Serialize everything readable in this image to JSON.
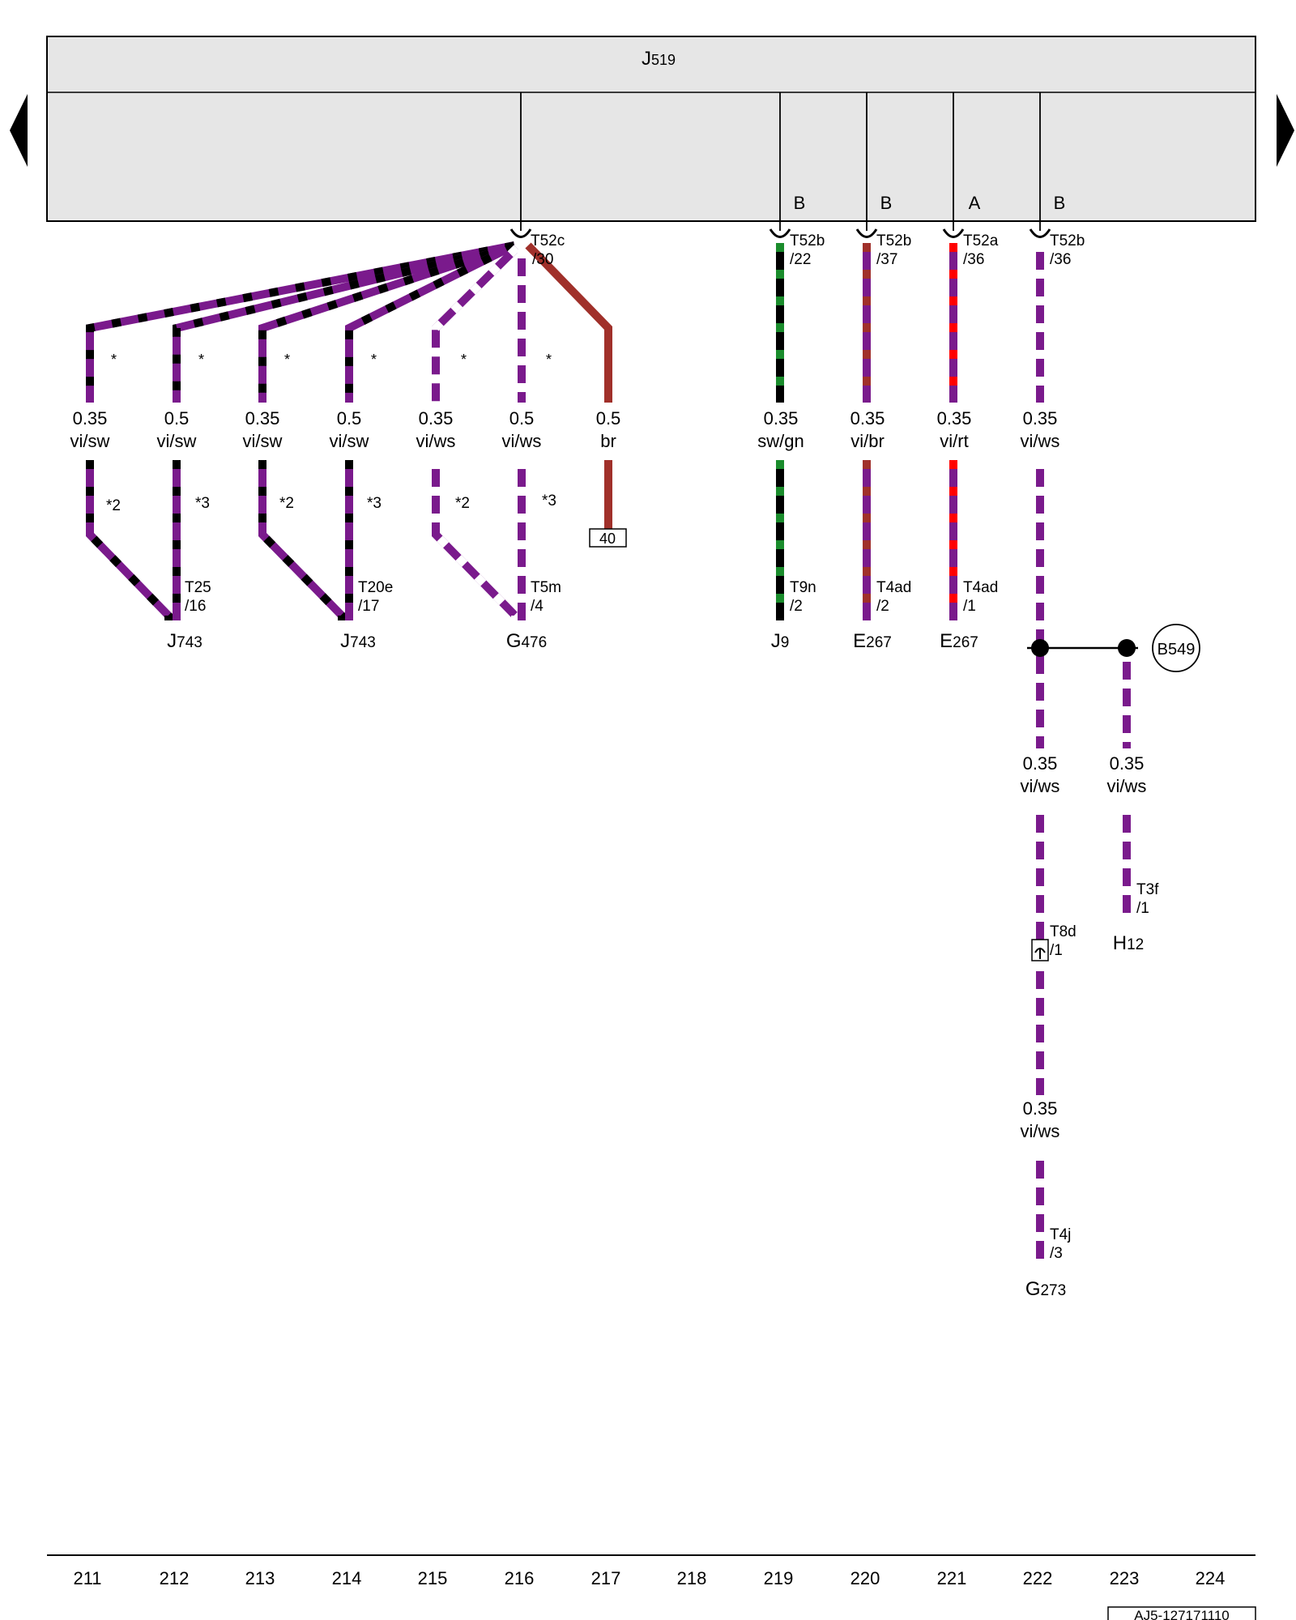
{
  "header": {
    "unit": "J",
    "unit_sub": "519"
  },
  "nav": {
    "prev_icon": "triangle-left-icon",
    "next_icon": "triangle-right-icon"
  },
  "connector_letters": [
    "B",
    "B",
    "A",
    "B"
  ],
  "colors": {
    "vi": "#7a1a8c",
    "sw": "#000000",
    "ws": "#ffffff",
    "gn": "#1a8c2c",
    "br": "#a0302a",
    "rt": "#ff0000"
  },
  "pins_top": [
    {
      "a": "T52c",
      "b": "/30"
    },
    {
      "a": "T52b",
      "b": "/22"
    },
    {
      "a": "T52b",
      "b": "/37"
    },
    {
      "a": "T52a",
      "b": "/36"
    },
    {
      "a": "T52b",
      "b": "/36"
    }
  ],
  "wires": [
    {
      "size": "0.35",
      "color": "vi/sw"
    },
    {
      "size": "0.5",
      "color": "vi/sw"
    },
    {
      "size": "0.35",
      "color": "vi/sw"
    },
    {
      "size": "0.5",
      "color": "vi/sw"
    },
    {
      "size": "0.35",
      "color": "vi/ws"
    },
    {
      "size": "0.5",
      "color": "vi/ws"
    },
    {
      "size": "0.5",
      "color": "br"
    },
    {
      "size": "0.35",
      "color": "sw/gn"
    },
    {
      "size": "0.35",
      "color": "vi/br"
    },
    {
      "size": "0.35",
      "color": "vi/rt"
    },
    {
      "size": "0.35",
      "color": "vi/ws"
    },
    {
      "size": "0.35",
      "color": "vi/ws"
    },
    {
      "size": "0.35",
      "color": "vi/ws"
    },
    {
      "size": "0.35",
      "color": "vi/ws"
    }
  ],
  "stars": [
    "*",
    "*",
    "*",
    "*",
    "*",
    "*"
  ],
  "variants": [
    "*2",
    "*3",
    "*2",
    "*3",
    "*2",
    "*3"
  ],
  "pins_bottom": [
    {
      "a": "T25",
      "b": "/16"
    },
    {
      "a": "T20e",
      "b": "/17"
    },
    {
      "a": "T5m",
      "b": "/4"
    },
    {
      "a": "T9n",
      "b": "/2"
    },
    {
      "a": "T4ad",
      "b": "/2"
    },
    {
      "a": "T4ad",
      "b": "/1"
    },
    {
      "a": "T8d",
      "b": "/1"
    },
    {
      "a": "T3f",
      "b": "/1"
    },
    {
      "a": "T4j",
      "b": "/3"
    }
  ],
  "ref_box": "40",
  "splice": "B549",
  "components": [
    {
      "main": "J",
      "sub": "743"
    },
    {
      "main": "J",
      "sub": "743"
    },
    {
      "main": "G",
      "sub": "476"
    },
    {
      "main": "J",
      "sub": "9"
    },
    {
      "main": "E",
      "sub": "267"
    },
    {
      "main": "E",
      "sub": "267"
    },
    {
      "main": "H",
      "sub": "12"
    },
    {
      "main": "G",
      "sub": "273"
    }
  ],
  "columns": [
    "211",
    "212",
    "213",
    "214",
    "215",
    "216",
    "217",
    "218",
    "219",
    "220",
    "221",
    "222",
    "223",
    "224"
  ],
  "doc_code": "AJ5-127171110"
}
